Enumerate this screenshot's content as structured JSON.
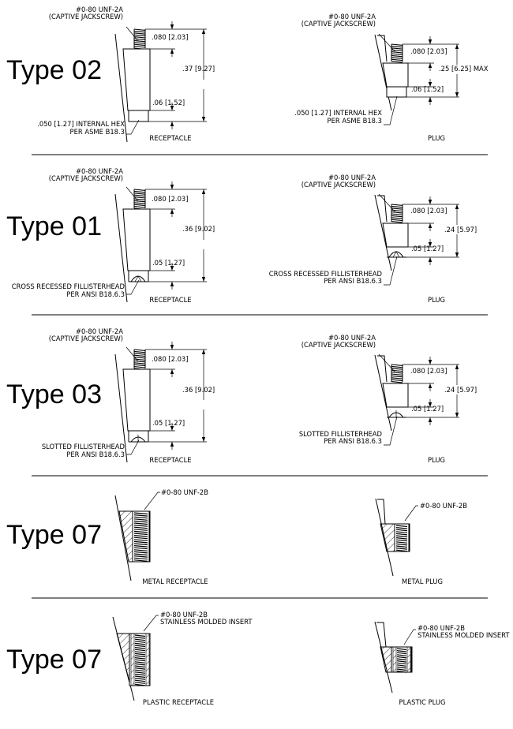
{
  "sections": [
    {
      "title": "Type 02",
      "receptacle": {
        "callout": [
          "#0-80 UNF-2A",
          "(CAPTIVE JACKSCREW)"
        ],
        "dim_thread": ".080 [2.03]",
        "dim_total": ".37 [9.27]",
        "dim_head": ".06 [1.52]",
        "head_note": [
          ".050 [1.27] INTERNAL HEX",
          "PER ASME B18.3"
        ],
        "caption": "RECEPTACLE"
      },
      "plug": {
        "callout": [
          "#0-80 UNF-2A",
          "(CAPTIVE JACKSCREW)"
        ],
        "dim_thread": ".080 [2.03]",
        "dim_total": ".25 [6.25] MAX",
        "dim_head": ".06 [1.52]",
        "head_note": [
          ".050 [1.27] INTERNAL HEX",
          "PER ASME B18.3"
        ],
        "caption": "PLUG"
      }
    },
    {
      "title": "Type 01",
      "receptacle": {
        "callout": [
          "#0-80 UNF-2A",
          "(CAPTIVE JACKSCREW)"
        ],
        "dim_thread": ".080 [2.03]",
        "dim_total": ".36 [9.02]",
        "dim_head": ".05 [1.27]",
        "head_note": [
          "CROSS RECESSED FILLISTERHEAD",
          "PER ANSI B18.6.3"
        ],
        "caption": "RECEPTACLE"
      },
      "plug": {
        "callout": [
          "#0-80 UNF-2A",
          "(CAPTIVE JACKSCREW)"
        ],
        "dim_thread": ".080 [2.03]",
        "dim_total": ".24 [5.97]",
        "dim_head": ".05 [1.27]",
        "head_note": [
          "CROSS RECESSED FILLISTERHEAD",
          "PER ANSI B18.6.3"
        ],
        "caption": "PLUG"
      }
    },
    {
      "title": "Type 03",
      "receptacle": {
        "callout": [
          "#0-80 UNF-2A",
          "(CAPTIVE JACKSCREW)"
        ],
        "dim_thread": ".080 [2.03]",
        "dim_total": ".36 [9.02]",
        "dim_head": ".05 [1.27]",
        "head_note": [
          "SLOTTED FILLISTERHEAD",
          "PER ANSI B18.6.3"
        ],
        "caption": "RECEPTACLE"
      },
      "plug": {
        "callout": [
          "#0-80 UNF-2A",
          "(CAPTIVE JACKSCREW)"
        ],
        "dim_thread": ".080 [2.03]",
        "dim_total": ".24 [5.97]",
        "dim_head": ".05 [1.27]",
        "head_note": [
          "SLOTTED FILLISTERHEAD",
          "PER ANSI B18.6.3"
        ],
        "caption": "PLUG"
      }
    },
    {
      "title": "Type 07",
      "receptacle": {
        "callout": [
          "#0-80 UNF-2B"
        ],
        "caption": "METAL RECEPTACLE"
      },
      "plug": {
        "callout": [
          "#0-80 UNF-2B"
        ],
        "caption": "METAL PLUG"
      }
    },
    {
      "title": "Type 07",
      "receptacle": {
        "callout": [
          "#0-80 UNF-2B",
          "STAINLESS MOLDED INSERT"
        ],
        "caption": "PLASTIC RECEPTACLE"
      },
      "plug": {
        "callout": [
          "#0-80 UNF-2B",
          "STAINLESS MOLDED INSERT"
        ],
        "caption": "PLASTIC PLUG"
      }
    }
  ]
}
